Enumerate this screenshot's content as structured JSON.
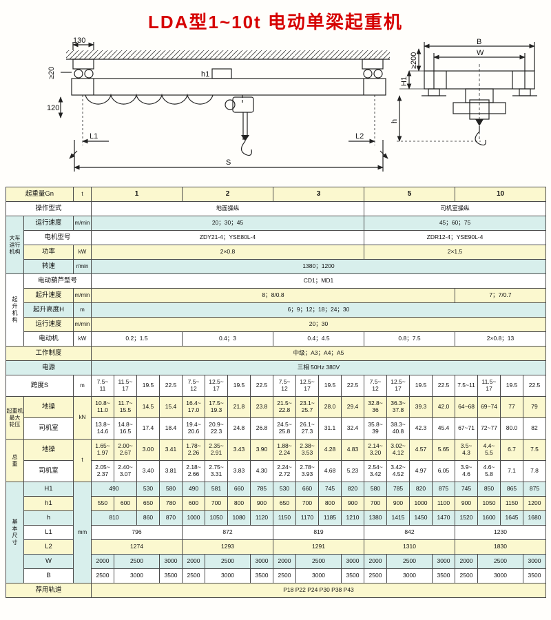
{
  "page": {
    "title": "LDA型1~10t 电动单梁起重机"
  },
  "colors": {
    "title": "#d60000",
    "row_yellow": "#fbf8cf",
    "row_cyan": "#d8efec",
    "border": "#4a4a4a"
  },
  "drawing": {
    "front": {
      "d130": "130",
      "ge20": "≥20",
      "d120": "120",
      "L1": "L1",
      "L2": "L2",
      "S": "S",
      "h1": "h1"
    },
    "side": {
      "B": "B",
      "W": "W",
      "ge200": "≥200",
      "H1": "H1",
      "h": "h"
    }
  },
  "table": {
    "rows": [
      {
        "bg": "y",
        "cells": [
          {
            "t": "起重量Gn",
            "c": 2,
            "k": "param"
          },
          {
            "t": "t",
            "k": "unit"
          },
          {
            "t": "1",
            "c": 4,
            "k": "cap"
          },
          {
            "t": "2",
            "c": 4,
            "k": "cap"
          },
          {
            "t": "3",
            "c": 4,
            "k": "cap"
          },
          {
            "t": "5",
            "c": 4,
            "k": "cap"
          },
          {
            "t": "10",
            "c": 4,
            "k": "cap"
          }
        ]
      },
      {
        "bg": "w",
        "cells": [
          {
            "t": "操作型式",
            "c": 3,
            "k": "param"
          },
          {
            "t": "地面操纵",
            "c": 12
          },
          {
            "t": "司机室操纵",
            "c": 8
          }
        ]
      },
      {
        "bg": "c",
        "cells": [
          {
            "t": "大车\n运行\n机构",
            "r": 4,
            "k": "group"
          },
          {
            "t": "运行速度",
            "k": "param"
          },
          {
            "t": "m/min",
            "k": "unit"
          },
          {
            "t": "20；30；45",
            "c": 12
          },
          {
            "t": "45；60；75",
            "c": 8
          }
        ]
      },
      {
        "bg": "w",
        "cells": [
          {
            "t": "电机型号",
            "c": 2,
            "k": "param"
          },
          {
            "t": "ZDY21-4；YSE80L-4",
            "c": 12
          },
          {
            "t": "ZDR12-4；YSE90L-4",
            "c": 8
          }
        ]
      },
      {
        "bg": "y",
        "cells": [
          {
            "t": "功率",
            "k": "param"
          },
          {
            "t": "kW",
            "k": "unit"
          },
          {
            "t": "2×0.8",
            "c": 12
          },
          {
            "t": "2×1.5",
            "c": 8
          }
        ]
      },
      {
        "bg": "c",
        "cells": [
          {
            "t": "转速",
            "k": "param"
          },
          {
            "t": "r/min",
            "k": "unit"
          },
          {
            "t": "1380；1200",
            "c": 20
          }
        ]
      },
      {
        "bg": "w",
        "cells": [
          {
            "t": "起\n升\n机\n构",
            "r": 5,
            "k": "group"
          },
          {
            "t": "电动葫芦型号",
            "c": 2,
            "k": "param"
          },
          {
            "t": "CD1；MD1",
            "c": 20
          }
        ]
      },
      {
        "bg": "y",
        "cells": [
          {
            "t": "起升速度",
            "k": "param"
          },
          {
            "t": "m/min",
            "k": "unit"
          },
          {
            "t": "8；8/0.8",
            "c": 16
          },
          {
            "t": "7；7/0.7",
            "c": 4
          }
        ]
      },
      {
        "bg": "c",
        "cells": [
          {
            "t": "起升高度H",
            "k": "param"
          },
          {
            "t": "m",
            "k": "unit"
          },
          {
            "t": "6；9；12；18；24；30",
            "c": 20
          }
        ]
      },
      {
        "bg": "y",
        "cells": [
          {
            "t": "运行速度",
            "k": "param"
          },
          {
            "t": "m/min",
            "k": "unit"
          },
          {
            "t": "20；30",
            "c": 20
          }
        ]
      },
      {
        "bg": "w",
        "cells": [
          {
            "t": "电动机",
            "k": "param"
          },
          {
            "t": "kW",
            "k": "unit"
          },
          {
            "t": "0.2；1.5",
            "c": 4
          },
          {
            "t": "0.4；3",
            "c": 4
          },
          {
            "t": "0.4；4.5",
            "c": 4
          },
          {
            "t": "0.8；7.5",
            "c": 4
          },
          {
            "t": "2×0.8；13",
            "c": 4
          }
        ]
      },
      {
        "bg": "y",
        "cells": [
          {
            "t": "工作制度",
            "c": 3,
            "k": "param"
          },
          {
            "t": "中级；A3；A4；A5",
            "c": 20
          }
        ]
      },
      {
        "bg": "c",
        "cells": [
          {
            "t": "电源",
            "c": 3,
            "k": "param"
          },
          {
            "t": "三相 50Hz 380V",
            "c": 20
          }
        ]
      },
      {
        "bg": "w",
        "h": 31,
        "cells": [
          {
            "t": "跨度S",
            "c": 2,
            "k": "param"
          },
          {
            "t": "m",
            "k": "unit"
          },
          "7.5~\n11",
          "11.5~\n17",
          "19.5",
          "22.5",
          "7.5~\n12",
          "12.5~\n17",
          "19.5",
          "22.5",
          "7.5~\n12",
          "12.5~\n17",
          "19.5",
          "22.5",
          "7.5~\n12",
          "12.5~\n17",
          "19.5",
          "22.5",
          "7.5~11",
          "11.5~\n17",
          "19.5",
          "22.5"
        ]
      },
      {
        "bg": "y",
        "h": 31,
        "cells": [
          {
            "t": "起重机\n最大\n轮压",
            "r": 2,
            "k": "group"
          },
          {
            "t": "地操",
            "k": "param"
          },
          {
            "t": "kN",
            "r": 2,
            "k": "unit"
          },
          "10.8~\n11.0",
          "11.7~\n15.5",
          "14.5",
          "15.4",
          "16.4~\n17.0",
          "17.5~\n19.3",
          "21.8",
          "23.8",
          "21.5~\n22.8",
          "23.1~\n25.7",
          "28.0",
          "29.4",
          "32.8~\n36",
          "36.3~\n37.8",
          "39.3",
          "42.0",
          "64~68",
          "69~74",
          "77",
          "79"
        ]
      },
      {
        "bg": "w",
        "h": 31,
        "cells": [
          {
            "t": "司机室",
            "k": "param"
          },
          "13.8~\n14.6",
          "14.8~\n16.5",
          "17.4",
          "18.4",
          "19.4~\n20.6",
          "20.9~\n22.3",
          "24.8",
          "26.8",
          "24.5~\n25.8",
          "26.1~\n27.3",
          "31.1",
          "32.4",
          "35.8~\n39",
          "38.3~\n40.8",
          "42.3",
          "45.4",
          "67~71",
          "72~77",
          "80.0",
          "82"
        ]
      },
      {
        "bg": "y",
        "h": 31,
        "cells": [
          {
            "t": "总\n重",
            "r": 2,
            "k": "group"
          },
          {
            "t": "地操",
            "k": "param"
          },
          {
            "t": "t",
            "r": 2,
            "k": "unit"
          },
          "1.65~\n1.97",
          "2.00~\n2.67",
          "3.00",
          "3.41",
          "1.78~\n2.26",
          "2.35~\n2.91",
          "3.43",
          "3.90",
          "1.88~\n2.24",
          "2.38~\n3.53",
          "4.28",
          "4.83",
          "2.14~\n3.20",
          "3.02~\n4.12",
          "4.57",
          "5.65",
          "3.5~\n4.3",
          "4.4~\n5.5",
          "6.7",
          "7.5"
        ]
      },
      {
        "bg": "w",
        "h": 31,
        "cells": [
          {
            "t": "司机室",
            "k": "param"
          },
          "2.05~\n2.37",
          "2.40~\n3.07",
          "3.40",
          "3.81",
          "2.18~\n2.66",
          "2.75~\n3.31",
          "3.83",
          "4.30",
          "2.24~\n2.72",
          "2.78~\n3.93",
          "4.68",
          "5.23",
          "2.54~\n3.42",
          "3.42~\n4.52",
          "4.97",
          "6.05",
          "3.9~\n4.6",
          "4.6~\n5.8",
          "7.1",
          "7.8"
        ]
      },
      {
        "bg": "c",
        "cells": [
          {
            "t": "基\n本\n尺\n寸",
            "r": 7,
            "k": "group"
          },
          {
            "t": "H1",
            "k": "param"
          },
          {
            "t": "mm",
            "r": 7,
            "k": "unit"
          },
          {
            "t": "490",
            "c": 2
          },
          "530",
          "580",
          "490",
          "581",
          "660",
          "785",
          "530",
          "660",
          "745",
          "820",
          "580",
          "785",
          "820",
          "875",
          "745",
          "850",
          "865",
          "875"
        ]
      },
      {
        "bg": "y",
        "cells": [
          {
            "t": "h1",
            "k": "param"
          },
          "550",
          "600",
          "650",
          "780",
          "600",
          "700",
          "800",
          "900",
          "650",
          "700",
          "800",
          "900",
          "700",
          "900",
          "1000",
          "1100",
          "900",
          "1050",
          "1150",
          "1200"
        ]
      },
      {
        "bg": "c",
        "cells": [
          {
            "t": "h",
            "k": "param"
          },
          {
            "t": "810",
            "c": 2
          },
          "860",
          "870",
          "1000",
          "1050",
          "1080",
          "1120",
          "1150",
          "1170",
          "1185",
          "1210",
          "1380",
          "1415",
          "1450",
          "1470",
          "1520",
          "1600",
          "1645",
          "1680"
        ]
      },
      {
        "bg": "w",
        "cells": [
          {
            "t": "L1",
            "k": "param"
          },
          {
            "t": "796",
            "c": 4
          },
          {
            "t": "872",
            "c": 4
          },
          {
            "t": "819",
            "c": 4
          },
          {
            "t": "842",
            "c": 4
          },
          {
            "t": "1230",
            "c": 4
          }
        ]
      },
      {
        "bg": "y",
        "cells": [
          {
            "t": "L2",
            "k": "param"
          },
          {
            "t": "1274",
            "c": 4
          },
          {
            "t": "1293",
            "c": 4
          },
          {
            "t": "1291",
            "c": 4
          },
          {
            "t": "1310",
            "c": 4
          },
          {
            "t": "1830",
            "c": 4
          }
        ]
      },
      {
        "bg": "c",
        "cells": [
          {
            "t": "W",
            "k": "param"
          },
          {
            "t": "2000"
          },
          {
            "t": "2500",
            "c": 2
          },
          {
            "t": "3000"
          },
          {
            "t": "2000"
          },
          {
            "t": "2500",
            "c": 2
          },
          {
            "t": "3000"
          },
          {
            "t": "2000"
          },
          {
            "t": "2500",
            "c": 2
          },
          {
            "t": "3000"
          },
          {
            "t": "2000"
          },
          {
            "t": "2500",
            "c": 2
          },
          {
            "t": "3000"
          },
          {
            "t": "2000"
          },
          {
            "t": "2500",
            "c": 2
          },
          {
            "t": "3000"
          }
        ]
      },
      {
        "bg": "w",
        "cells": [
          {
            "t": "B",
            "k": "param"
          },
          {
            "t": "2500"
          },
          {
            "t": "3000",
            "c": 2
          },
          {
            "t": "3500"
          },
          {
            "t": "2500"
          },
          {
            "t": "3000",
            "c": 2
          },
          {
            "t": "3500"
          },
          {
            "t": "2500"
          },
          {
            "t": "3000",
            "c": 2
          },
          {
            "t": "3500"
          },
          {
            "t": "2500"
          },
          {
            "t": "3000",
            "c": 2
          },
          {
            "t": "3500"
          },
          {
            "t": "2500"
          },
          {
            "t": "3000",
            "c": 2
          },
          {
            "t": "3500"
          }
        ]
      },
      {
        "bg": "y",
        "cells": [
          {
            "t": "荐用轨道",
            "c": 3,
            "k": "param"
          },
          {
            "t": "P18  P22  P24  P30  P38  P43",
            "c": 20
          }
        ]
      }
    ]
  }
}
